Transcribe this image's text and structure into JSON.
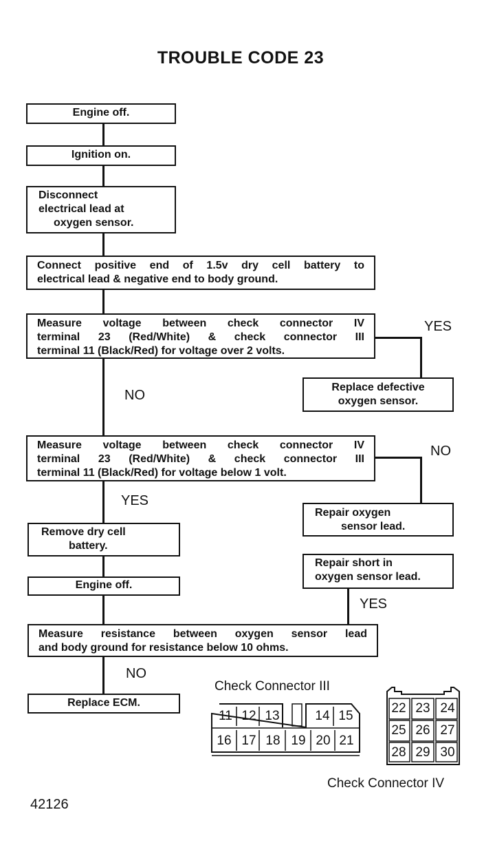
{
  "title": "TROUBLE CODE 23",
  "steps": {
    "s1": "Engine off.",
    "s2": "Ignition on.",
    "s3": [
      "Disconnect",
      "electrical lead at",
      "oxygen sensor."
    ],
    "s4": [
      "Connect positive end of 1.5v dry cell battery to",
      "electrical lead & negative end to body ground."
    ],
    "s5": [
      "Measure voltage between check connector IV",
      "terminal 23 (Red/White) & check connector III",
      "terminal 11 (Black/Red) for voltage over 2 volts."
    ],
    "s5_yes": [
      "Replace defective",
      "oxygen sensor."
    ],
    "s6": [
      "Measure voltage between check connector IV",
      "terminal 23 (Red/White) & check connector III",
      "terminal 11 (Black/Red) for voltage below 1 volt."
    ],
    "s6_no": [
      "Repair oxygen",
      "sensor lead."
    ],
    "s7": [
      "Remove dry cell",
      "battery."
    ],
    "s8": "Engine off.",
    "s9": [
      "Measure resistance between oxygen sensor lead",
      "and body ground for resistance below 10 ohms."
    ],
    "s9_yes": [
      "Repair short in",
      "oxygen sensor lead."
    ],
    "s10": "Replace ECM."
  },
  "branch_labels": {
    "yes1": "YES",
    "no1": "NO",
    "no2": "NO",
    "yes2": "YES",
    "yes3": "YES",
    "no3": "NO"
  },
  "connector3": {
    "title": "Check Connector III",
    "row1": [
      "11",
      "12",
      "13",
      "",
      "14",
      "15"
    ],
    "row2": [
      "16",
      "17",
      "18",
      "19",
      "20",
      "21"
    ]
  },
  "connector4": {
    "title": "Check Connector IV",
    "rows": [
      [
        "22",
        "23",
        "24"
      ],
      [
        "25",
        "26",
        "27"
      ],
      [
        "28",
        "29",
        "30"
      ]
    ]
  },
  "figure_number": "42126"
}
